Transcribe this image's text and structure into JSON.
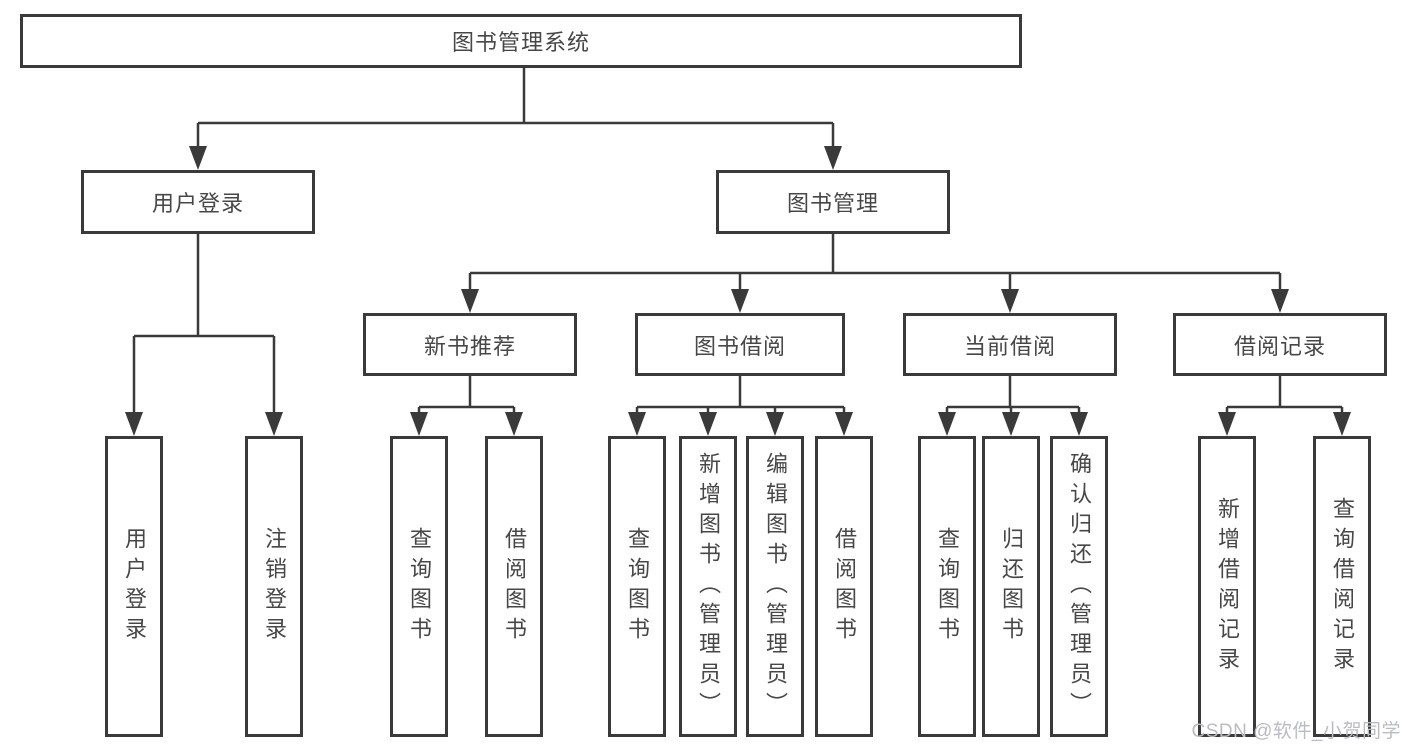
{
  "diagram": {
    "root": "图书管理系统",
    "nodes": {
      "user_login": {
        "label": "用户登录",
        "children": [
          "用户登录",
          "注销登录"
        ]
      },
      "book_management": {
        "label": "图书管理",
        "children": {
          "new_book_recommend": {
            "label": "新书推荐",
            "children": [
              "查询图书",
              "借阅图书"
            ]
          },
          "book_borrow": {
            "label": "图书借阅",
            "children": [
              "查询图书",
              "新增图书（管理员）",
              "编辑图书（管理员）",
              "借阅图书"
            ]
          },
          "current_borrow": {
            "label": "当前借阅",
            "children": [
              "查询图书",
              "归还图书",
              "确认归还（管理员）"
            ]
          },
          "borrow_records": {
            "label": "借阅记录",
            "children": [
              "新增借阅记录",
              "查询借阅记录"
            ]
          }
        }
      }
    }
  },
  "watermark": {
    "text": "CSDN @软件_小贺同学",
    "color": "#b9bcc1"
  },
  "colors": {
    "line": "#3a3a3a",
    "box_border": "#3a3a3a",
    "text": "#474747",
    "background": "#ffffff"
  }
}
